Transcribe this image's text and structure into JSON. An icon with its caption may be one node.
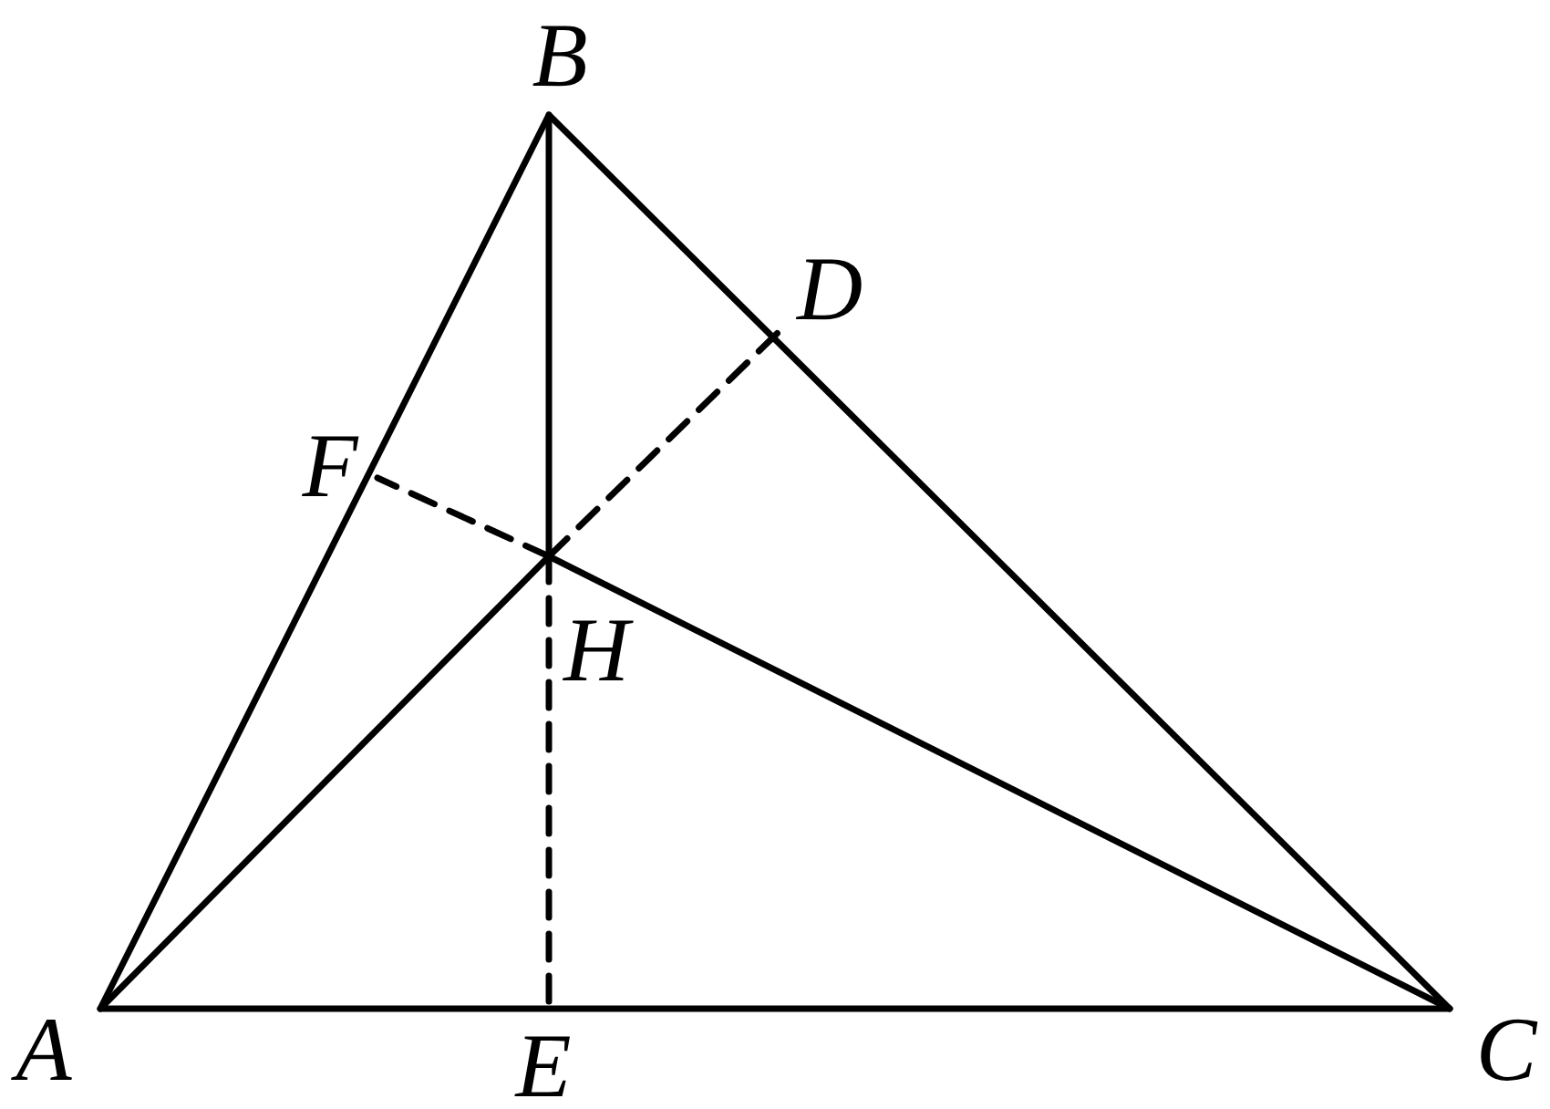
{
  "diagram": {
    "labels": [
      "B",
      "D",
      "F",
      "H",
      "A",
      "E",
      "C"
    ]
  }
}
